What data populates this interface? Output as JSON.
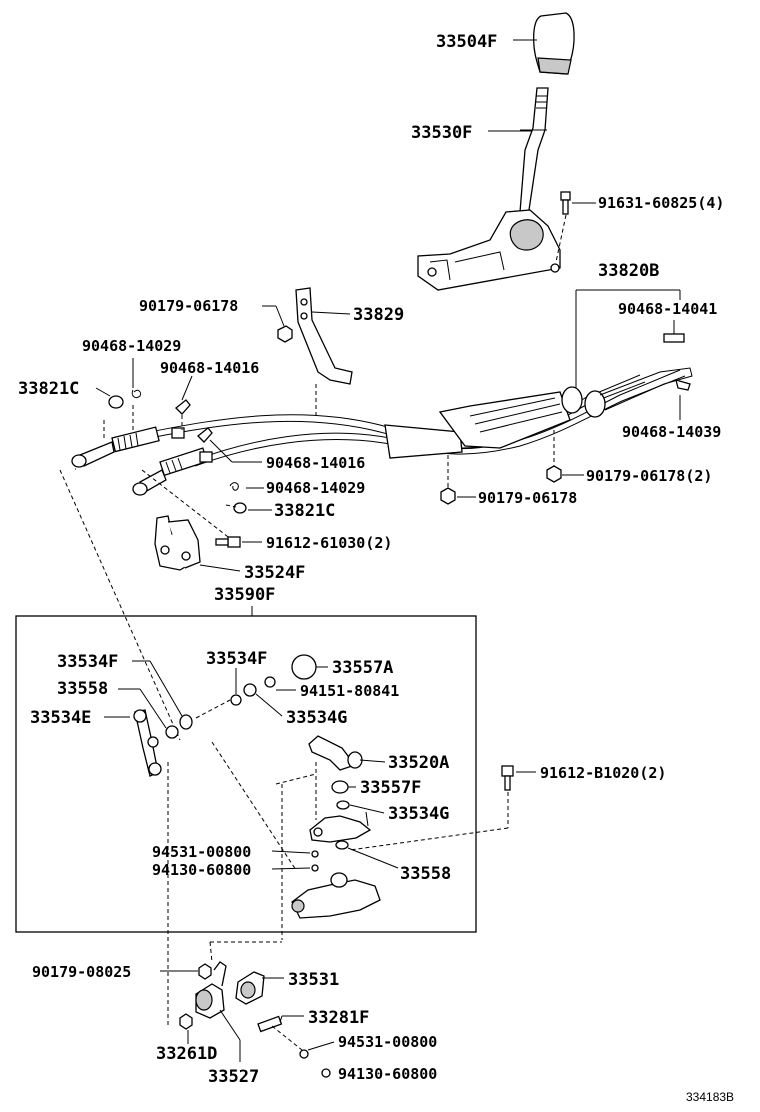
{
  "labels": {
    "knob": "33504F",
    "lever": "33530F",
    "bolt_lever": "91631-60825(4)",
    "cable_assy": "33820B",
    "clip_right_top": "90468-14041",
    "clip_right_bottom": "90468-14039",
    "nut_right": "90179-06178(2)",
    "nut_center": "90179-06178",
    "nut_bracket": "90179-06178",
    "bracket": "33829",
    "clip_left_1": "90468-14029",
    "clip_left_2": "90468-14016",
    "washer_left": "33821C",
    "clip_mid_1": "90468-14016",
    "clip_mid_2": "90468-14029",
    "washer_mid": "33821C",
    "bolt_mid": "91612-61030(2)",
    "bracket_lower": "33524F",
    "shift_assy": "33590F",
    "bushing_1": "33534F",
    "bushing_2": "33534F",
    "cap": "33557A",
    "nut_94151": "94151-80841",
    "bushing_558": "33558",
    "lever_534e": "33534E",
    "bushing_534g_1": "33534G",
    "sub_lever": "33520A",
    "cap_557f": "33557F",
    "bushing_534g_2": "33534G",
    "washer_94531": "94531-00800",
    "nut_94130": "94130-60800",
    "bushing_558_2": "33558",
    "bolt_b1020": "91612-B1020(2)",
    "nut_08025": "90179-08025",
    "retainer": "33531",
    "pin": "33281F",
    "washer_94531_2": "94531-00800",
    "nut_94130_2": "94130-60800",
    "bushing_261d": "33261D",
    "housing": "33527"
  },
  "footer": {
    "ref": "334183B"
  }
}
